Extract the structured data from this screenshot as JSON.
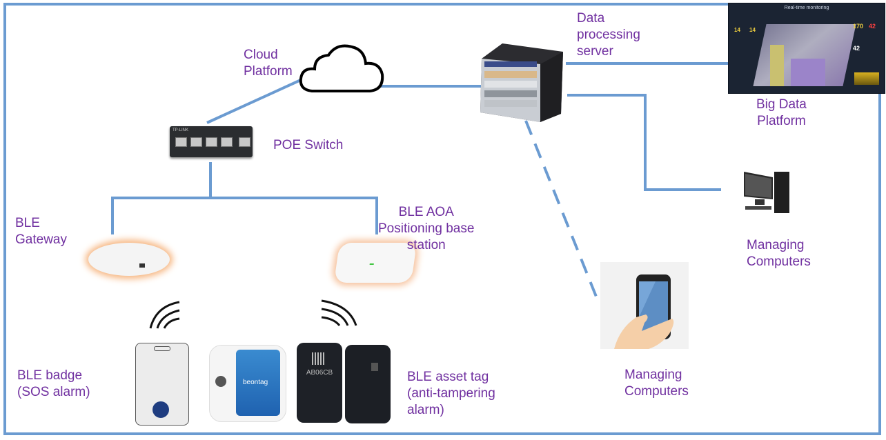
{
  "diagram": {
    "title": "BLE positioning system architecture",
    "accent_color": "#6b9bd1",
    "label_color": "#7030a0"
  },
  "nodes": {
    "cloud": {
      "label_lines": [
        "Cloud",
        "Platform"
      ],
      "icon": "cloud-icon"
    },
    "server": {
      "label_lines": [
        "Data",
        "processing",
        "server"
      ],
      "icon": "server-rack-icon"
    },
    "big_data": {
      "label_lines": [
        "Big Data",
        "Platform"
      ],
      "icon": "dashboard-screen-icon",
      "screen_title": "Real-time monitoring",
      "values": [
        "14",
        "14",
        "170",
        "42",
        "42"
      ]
    },
    "poe_switch": {
      "label": "POE Switch",
      "icon": "network-switch-icon",
      "brand": "TP-LINK"
    },
    "ble_gateway": {
      "label_lines": [
        "BLE",
        "Gateway"
      ],
      "icon": "ceiling-gateway-icon"
    },
    "aoa_station": {
      "label_lines": [
        "BLE AOA",
        "Positioning base",
        "station"
      ],
      "icon": "aoa-base-station-icon"
    },
    "desktop": {
      "label_lines": [
        "Managing",
        "Computers"
      ],
      "icon": "desktop-computer-icon"
    },
    "mobile": {
      "label_lines": [
        "Managing",
        "Computers"
      ],
      "icon": "smartphone-hand-icon"
    },
    "badge": {
      "label_lines": [
        "BLE badge",
        "(SOS alarm)"
      ],
      "icon": "badge-icon"
    },
    "asset_tag": {
      "label_lines": [
        "BLE asset tag",
        "(anti-tampering",
        "alarm)"
      ],
      "icon": "asset-tag-icon",
      "beacon_brand": "beontag",
      "tag_code": "AB06CB"
    }
  }
}
